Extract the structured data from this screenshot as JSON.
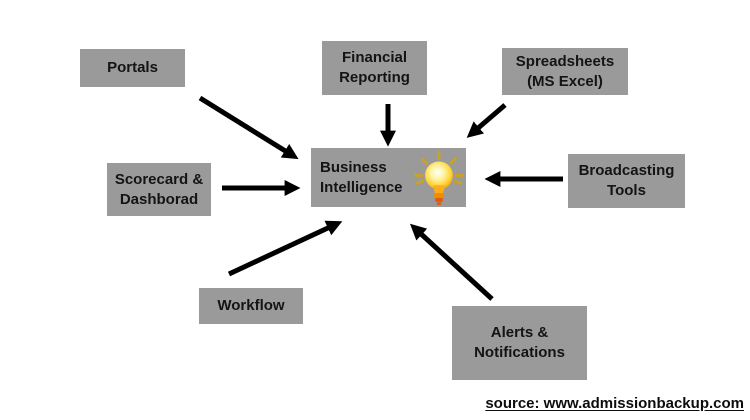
{
  "center": {
    "label": "Business Intelligence",
    "icon": "lightbulb-icon"
  },
  "nodes": {
    "portals": {
      "label": "Portals"
    },
    "financial_reporting": {
      "label": "Financial Reporting"
    },
    "spreadsheets": {
      "label": "Spreadsheets (MS Excel)"
    },
    "scorecard_dashborad": {
      "label": "Scorecard & Dashborad"
    },
    "broadcasting_tools": {
      "label": "Broadcasting Tools"
    },
    "workflow": {
      "label": "Workflow"
    },
    "alerts_notifications": {
      "label": "Alerts & Notifications"
    }
  },
  "connections": [
    {
      "from": "portals",
      "to": "center"
    },
    {
      "from": "financial_reporting",
      "to": "center"
    },
    {
      "from": "spreadsheets",
      "to": "center"
    },
    {
      "from": "scorecard_dashborad",
      "to": "center"
    },
    {
      "from": "broadcasting_tools",
      "to": "center"
    },
    {
      "from": "workflow",
      "to": "center"
    },
    {
      "from": "alerts_notifications",
      "to": "center"
    }
  ],
  "source": {
    "text": "source: www.admissionbackup.com"
  },
  "colors": {
    "background": "#ffffff",
    "box_fill": "#9a9a9a",
    "box_text": "#141414",
    "arrow": "#000000",
    "bulb_glow": "#ffffff",
    "bulb_yellow": "#ffd43b",
    "bulb_orange": "#f59f00",
    "bulb_base": "#e8590c",
    "bulb_rays": "#c9a227"
  }
}
